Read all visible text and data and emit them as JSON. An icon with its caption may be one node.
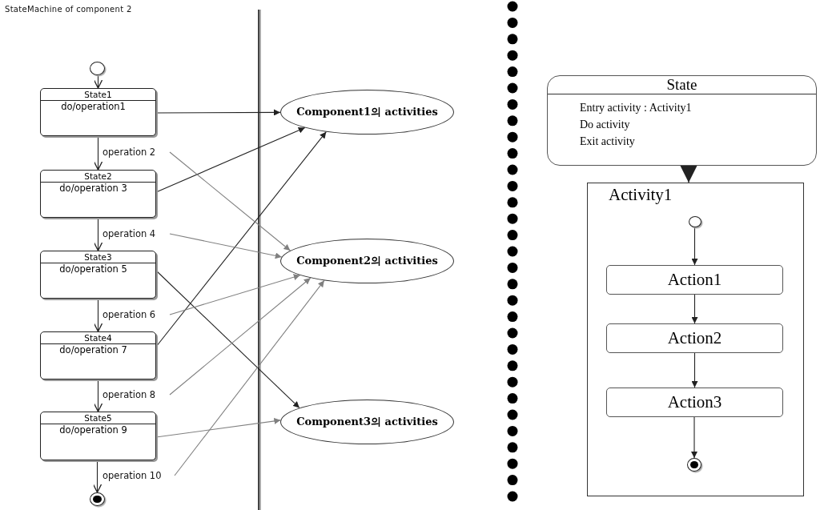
{
  "diagram": {
    "nodes": [
      {
        "text": [],
        "shape": "circle"
      },
      {
        "text": [
          "State1",
          "do/operation1"
        ]
      },
      {
        "text": [
          "operation 2"
        ]
      },
      {
        "text": [
          "State2",
          "do/operation 3"
        ]
      },
      {
        "text": [
          "operation 4"
        ]
      },
      {
        "text": [
          "State3",
          "do/operation 5"
        ]
      },
      {
        "text": [
          "operation 6"
        ]
      },
      {
        "text": [
          "State4",
          "do/operation 7"
        ]
      },
      {
        "text": [
          "operation 8"
        ]
      },
      {
        "text": [
          "State5",
          "do/operation 9"
        ]
      },
      {
        "text": [
          "operation 10"
        ]
      },
      {
        "text": [],
        "shape": "circle"
      },
      {
        "text": [
          "Component1의 activities"
        ]
      },
      {
        "text": [
          "Component2의 activities"
        ]
      },
      {
        "text": [
          "Component3의 activities"
        ]
      },
      {
        "text": [
          "State",
          "Entry activity : Activity1",
          "Do activity",
          "Exit activity"
        ]
      },
      {
        "text": [
          "Activity1"
        ]
      },
      {
        "text": [],
        "shape": "circle",
        "in": 16
      },
      {
        "text": [
          "Action1"
        ],
        "in": 16
      },
      {
        "text": [
          "Action2"
        ],
        "in": 16
      },
      {
        "text": [
          "Action3"
        ],
        "in": 16
      },
      {
        "text": [],
        "shape": "circle",
        "in": 16
      }
    ],
    "edges": [
      {
        "from": 0,
        "to": 1,
        "arrow": "to"
      },
      {
        "from": 1,
        "to": 3,
        "arrow": "to"
      },
      {
        "from": 3,
        "to": 5,
        "arrow": "to"
      },
      {
        "from": 5,
        "to": 7,
        "arrow": "to"
      },
      {
        "from": 7,
        "to": 9,
        "arrow": "to"
      },
      {
        "from": 9,
        "to": 11,
        "arrow": "to"
      },
      {
        "from": 1,
        "to": 12,
        "arrow": "to"
      },
      {
        "from": 3,
        "to": 12,
        "arrow": "to"
      },
      {
        "from": 7,
        "to": 12,
        "arrow": "to"
      },
      {
        "from": 5,
        "to": 14,
        "arrow": "to"
      },
      {
        "from": 9,
        "to": 14,
        "arrow": "to",
        "color": "#808080"
      },
      {
        "from": 2,
        "to": 13,
        "arrow": "to",
        "color": "#808080"
      },
      {
        "from": 4,
        "to": 13,
        "arrow": "to",
        "color": "#808080"
      },
      {
        "from": 6,
        "to": 13,
        "arrow": "to",
        "color": "#808080"
      },
      {
        "from": 8,
        "to": 13,
        "arrow": "to",
        "color": "#808080"
      },
      {
        "from": 10,
        "to": 13,
        "arrow": "to",
        "color": "#808080"
      },
      {
        "from": 15,
        "to": 16,
        "arrow": "to"
      },
      {
        "from": 17,
        "to": 18,
        "arrow": "to"
      },
      {
        "from": 18,
        "to": 19,
        "arrow": "to"
      },
      {
        "from": 19,
        "to": 20,
        "arrow": "to"
      },
      {
        "from": 20,
        "to": 21,
        "arrow": "to"
      }
    ],
    "labels": [
      "StateMachine of component 2"
    ]
  }
}
